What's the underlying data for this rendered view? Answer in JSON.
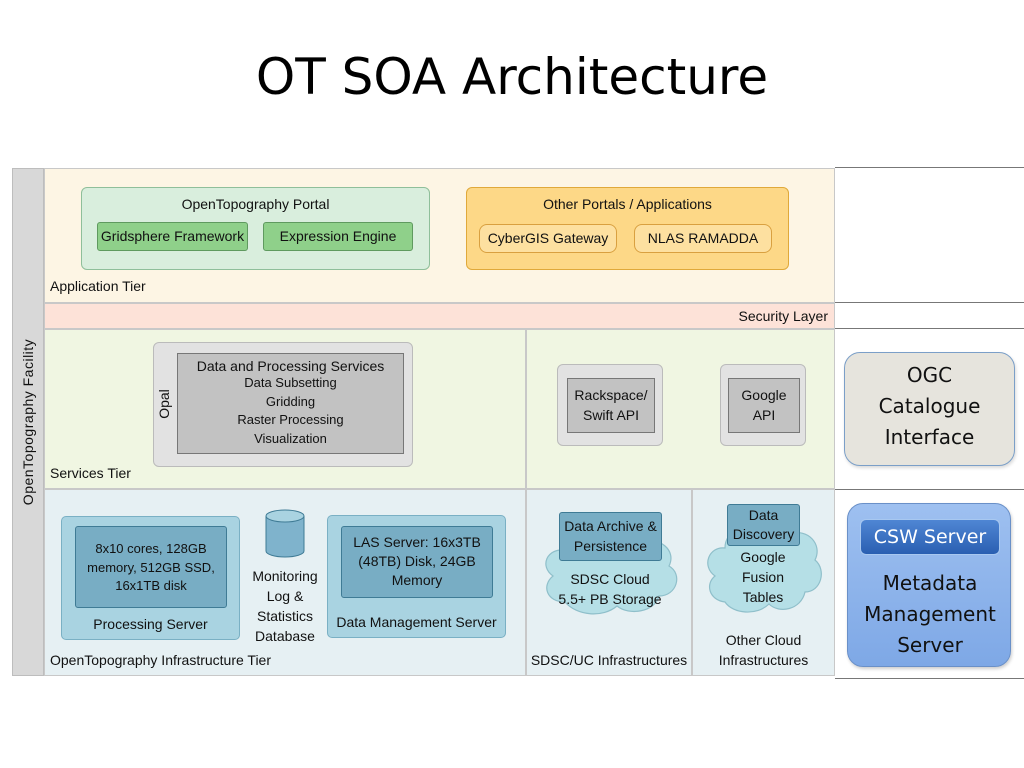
{
  "title": "OT SOA Architecture",
  "facility_label": "OpenTopography Facility",
  "application_tier": {
    "label": "Application Tier",
    "portal": {
      "title": "OpenTopography Portal",
      "items": [
        "Gridsphere Framework",
        "Expression Engine"
      ]
    },
    "other_portals": {
      "title": "Other Portals / Applications",
      "items": [
        "CyberGIS Gateway",
        "NLAS RAMADDA"
      ]
    }
  },
  "security_layer": "Security Layer",
  "services_tier": {
    "label": "Services Tier",
    "opal_label": "Opal",
    "data_services": {
      "title": "Data and Processing Services",
      "items": [
        "Data Subsetting",
        "Gridding",
        "Raster Processing",
        "Visualization"
      ]
    },
    "rackspace": [
      "Rackspace/",
      "Swift API"
    ],
    "google_api": [
      "Google",
      "API"
    ]
  },
  "infrastructure_tier": {
    "label": "OpenTopography Infrastructure Tier",
    "processing_server": {
      "specs": [
        "8x10 cores, 128GB",
        "memory, 512GB SSD,",
        "16x1TB disk"
      ],
      "label": "Processing Server"
    },
    "monitoring_db": [
      "Monitoring",
      "Log &",
      "Statistics",
      "Database"
    ],
    "data_management_server": {
      "specs": [
        "LAS Server: 16x3TB",
        "(48TB) Disk, 24GB",
        "Memory"
      ],
      "label": "Data Management Server"
    }
  },
  "sdsc": {
    "label": "SDSC/UC Infrastructures",
    "archive": [
      "Data Archive &",
      "Persistence"
    ],
    "cloud": [
      "SDSC Cloud",
      "5.5+ PB Storage"
    ]
  },
  "other_cloud": {
    "label": [
      "Other Cloud",
      "Infrastructures"
    ],
    "discovery": [
      "Data",
      "Discovery"
    ],
    "fusion": [
      "Google",
      "Fusion",
      "Tables"
    ]
  },
  "ogc": [
    "OGC",
    "Catalogue",
    "Interface"
  ],
  "metadata": {
    "csw": "CSW Server",
    "label": [
      "Metadata",
      "Management",
      "Server"
    ]
  }
}
